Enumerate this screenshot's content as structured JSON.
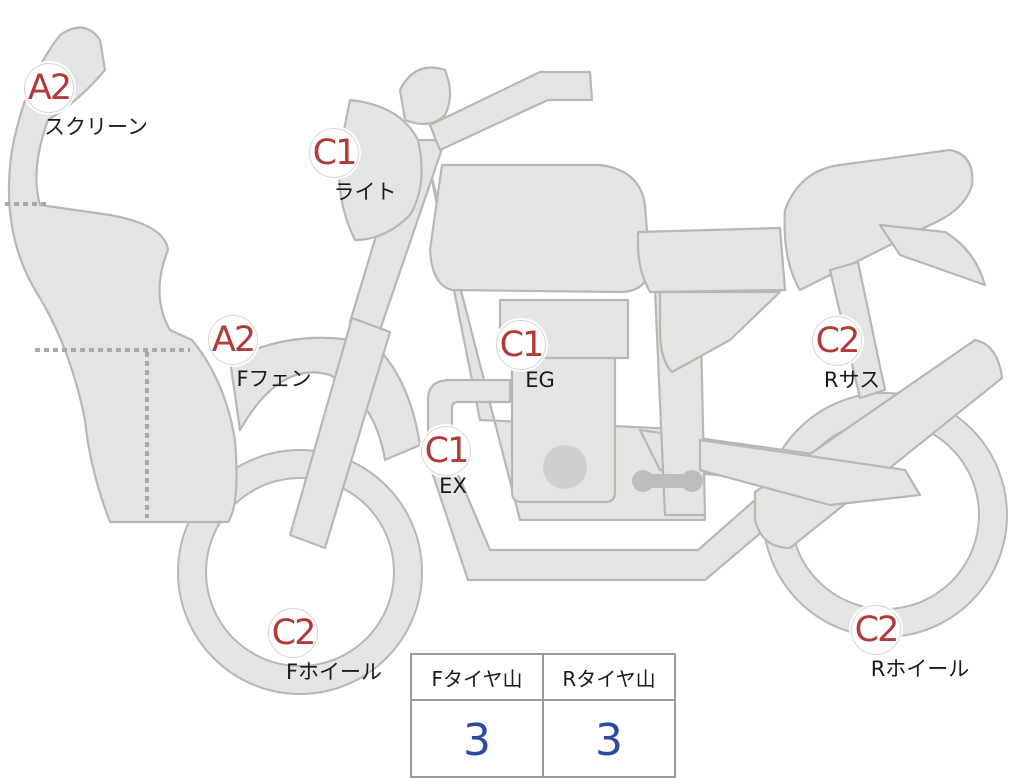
{
  "labels": [
    {
      "code": "A2",
      "name": "スクリーン"
    },
    {
      "code": "C1",
      "name": "ライト"
    },
    {
      "code": "A2",
      "name": "Fフェン"
    },
    {
      "code": "C1",
      "name": "EG"
    },
    {
      "code": "C1",
      "name": "EX"
    },
    {
      "code": "C2",
      "name": "Rサス"
    },
    {
      "code": "C2",
      "name": "Fホイール"
    },
    {
      "code": "C2",
      "name": "Rホイール"
    }
  ],
  "tread_table": {
    "headers": [
      "Fタイヤ山",
      "Rタイヤ山"
    ],
    "values": [
      "3",
      "3"
    ]
  },
  "colors": {
    "code_text": "#b33a38",
    "value_text": "#2f49a0",
    "part_fill": "#e4e4e2",
    "part_stroke": "#b7b7b4"
  }
}
